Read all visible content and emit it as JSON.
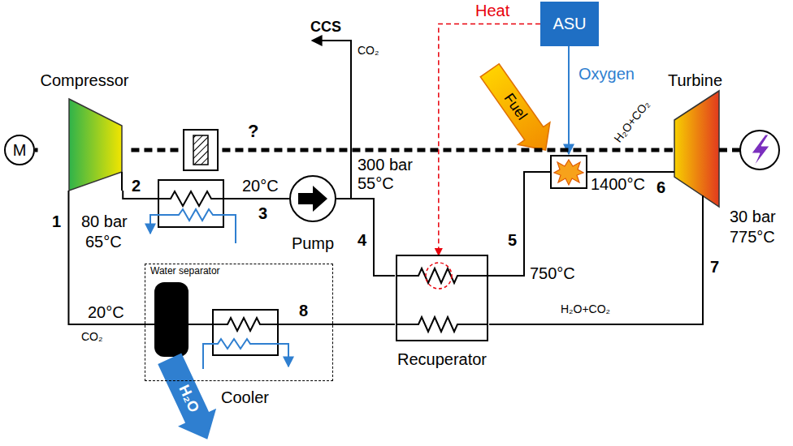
{
  "diagram": {
    "nodes": [
      {
        "text": [
          "M"
        ]
      },
      {
        "text": [
          "Compressor"
        ]
      },
      {
        "text": [
          "ASU"
        ]
      },
      {
        "text": [
          "Turbine"
        ]
      },
      {
        "text": [
          "Pump"
        ]
      },
      {
        "text": [
          "Recuperator"
        ]
      },
      {
        "text": [
          "Water separator"
        ]
      },
      {
        "text": [
          "Cooler"
        ],
        "in": 6
      }
    ],
    "edges": [
      {
        "from": 0,
        "to": 1,
        "arrow": "none"
      },
      {
        "from": 1,
        "to": 3,
        "arrow": "none"
      },
      {
        "from": 2,
        "to": 5,
        "label": "Heat",
        "arrow": "to"
      },
      {
        "from": 1,
        "to": 4,
        "arrow": "none"
      },
      {
        "from": 4,
        "to": 5,
        "arrow": "none"
      },
      {
        "from": 3,
        "to": 5,
        "arrow": "none"
      },
      {
        "from": 5,
        "to": 6,
        "arrow": "none"
      },
      {
        "from": 6,
        "to": 1,
        "arrow": "none"
      }
    ],
    "labels": [
      "CCS",
      "CO₂",
      "?",
      "Oxygen",
      "Fuel",
      "H₂O+CO₂",
      "6",
      "1400°C",
      "30 bar",
      "775°C",
      "7",
      "5",
      "750°C",
      "300 bar",
      "55°C",
      "4",
      "20°C",
      "3",
      "2",
      "80 bar",
      "65°C",
      "1",
      "20°C",
      "CO₂",
      "8",
      "H₂O+CO₂",
      "H₂O"
    ]
  }
}
